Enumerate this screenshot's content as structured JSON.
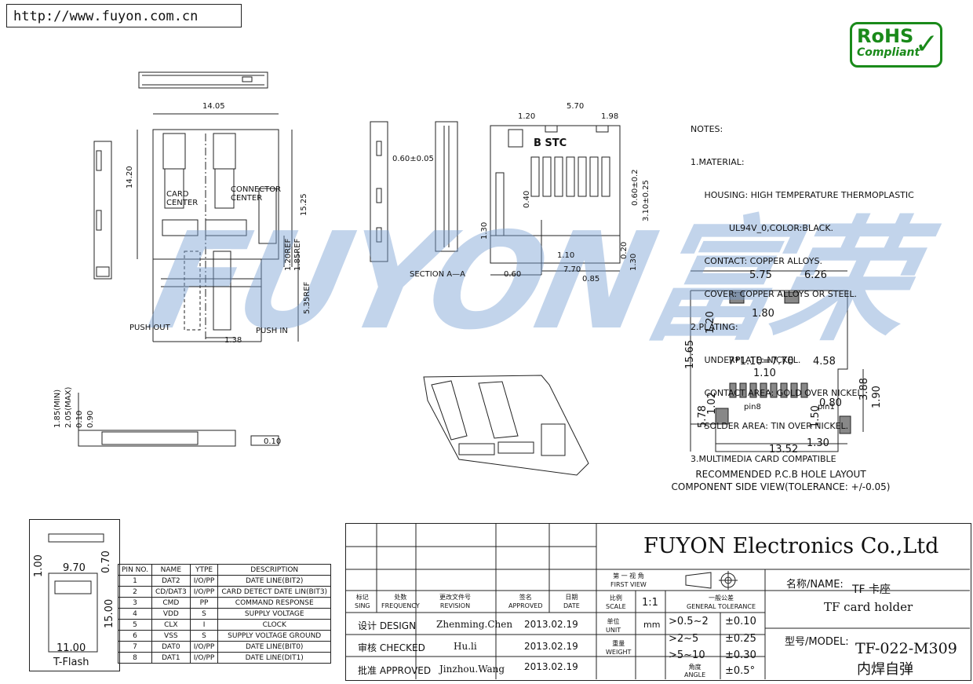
{
  "url": "http://www.fuyon.com.cn",
  "rohs": {
    "line1": "RoHS",
    "line2": "Compliant"
  },
  "watermark": "FUYON富荣",
  "drawing_labels": {
    "dim_width": "14.05",
    "dim_height": "14.20",
    "dim_height2": "15.25",
    "card_center": "CARD\nCENTER",
    "connector_center": "CONNECTOR\nCENTER",
    "ref1": "1.20REF",
    "ref2": "1.85REF",
    "ref3": "5.35REF",
    "push_out": "PUSH OUT",
    "push_in": "PUSH IN",
    "dim_138": "1.38",
    "dim_060": "0.60±0.05",
    "section": "SECTION A—A",
    "dim_120": "1.20",
    "dim_570": "5.70",
    "dim_198": "1.98",
    "b_stc": "B STC",
    "dim_040": "0.40",
    "dim_130": "1.30",
    "dim_110": "1.10",
    "dim_770": "7.70",
    "dim_085": "0.85",
    "dim_020": "0.20",
    "dim_060b": "0.60",
    "dim_060c": "0.60±0.2",
    "dim_310": "3.10±0.25",
    "dim_130b": "1.30",
    "side_185": "1.85(MIN)",
    "side_205": "2.05(MAX)",
    "side_010": "0.10",
    "side_090": "0.90",
    "flat_010": "0.10"
  },
  "notes": {
    "title": "NOTES:",
    "lines": [
      "1.MATERIAL:",
      "     HOUSING: HIGH TEMPERATURE THERMOPLASTIC",
      "              UL94V_0,COLOR:BLACK.",
      "     CONTACT: COPPER ALLOYS.",
      "     COVER: COPPER ALLOYS OR STEEL.",
      "2.PLATING:",
      "     UNDERPLATE: NICKEL.",
      "     CONTACT AREA: GOLD OVER NICKEL.",
      "     SOLDER AREA: TIN OVER NICKEL.",
      "3.MULTIMEDIA CARD COMPATIBLE"
    ]
  },
  "pcb_layout": {
    "d575": "5.75",
    "d626": "6.26",
    "d180": "1.80",
    "d120": "1.20",
    "d1565": "15.65",
    "d770": "7*1.10=7.70",
    "d458": "4.58",
    "d110": "1.10",
    "d388": "3.88",
    "d190": "1.90",
    "d578": "5.78",
    "d102": "1.02",
    "d080": "0.80",
    "d150": "1.50",
    "pin8": "pin8",
    "pin1": "pin1",
    "d1352": "13.52",
    "d130": "1.30",
    "caption1": "RECOMMENDED P.C.B HOLE LAYOUT",
    "caption2": "COMPONENT SIDE VIEW(TOLERANCE: +/-0.05)"
  },
  "tflash": {
    "label": "T-Flash",
    "d970": "9.70",
    "d100": "1.00",
    "d070": "0.70",
    "d1500": "15.00",
    "d1100": "11.00"
  },
  "pin_table": {
    "headers": [
      "PIN NO.",
      "NAME",
      "YTPE",
      "DESCRIPTION"
    ],
    "rows": [
      [
        "1",
        "DAT2",
        "I/O/PP",
        "DATE LINE(BIT2)"
      ],
      [
        "2",
        "CD/DAT3",
        "I/O/PP",
        "CARD DETECT DATE LIN(BIT3)"
      ],
      [
        "3",
        "CMD",
        "PP",
        "COMMAND RESPONSE"
      ],
      [
        "4",
        "VDD",
        "S",
        "SUPPLY VOLTAGE"
      ],
      [
        "5",
        "CLX",
        "I",
        "CLOCK"
      ],
      [
        "6",
        "VSS",
        "S",
        "SUPPLY VOLTAGE GROUND"
      ],
      [
        "7",
        "DAT0",
        "I/O/PP",
        "DATE LINE(BIT0)"
      ],
      [
        "8",
        "DAT1",
        "I/O/PP",
        "DATE LINE(DIT1)"
      ]
    ]
  },
  "title_block": {
    "company": "FUYON Electronics Co.,Ltd",
    "rev_headers": {
      "mark": "标记\nSING",
      "freq": "处数\nFREQUENCY",
      "rev": "更改文件号\nREVISION",
      "approved": "签名\nAPPROVED",
      "date": "日期\nDATE"
    },
    "design_label": "设计 DESIGN",
    "design_name": "Zhenming.Chen",
    "design_date": "2013.02.19",
    "checked_label": "审核 CHECKED",
    "checked_name": "Hu.li",
    "checked_date": "2013.02.19",
    "approved_label": "批准 APPROVED",
    "approved_name": "Jinzhou.Wang",
    "approved_date": "2013.02.19",
    "first_view": "第 一 视 角\nFIRST VIEW",
    "scale_label": "比例\nSCALE",
    "scale_value": "1:1",
    "general_tol": "一般公差\nGENERAL TOLERANCE",
    "unit_label": "单位\nUNIT",
    "unit_value": "mm",
    "weight_label": "重量\nWEIGHT",
    "tol_rows": [
      {
        "range": ">0.5~2",
        "tol": "±0.10"
      },
      {
        "range": ">2~5",
        "tol": "±0.25"
      },
      {
        "range": ">5~10",
        "tol": "±0.30"
      },
      {
        "range": "角度\nANGLE",
        "tol": "±0.5°"
      }
    ],
    "name_label": "名称/NAME:",
    "name_cn": "TF 卡座",
    "name_en": "TF card holder",
    "model_label": "型号/MODEL:",
    "model_value": "TF-022-M309",
    "model_sub": "内焊自弹"
  }
}
